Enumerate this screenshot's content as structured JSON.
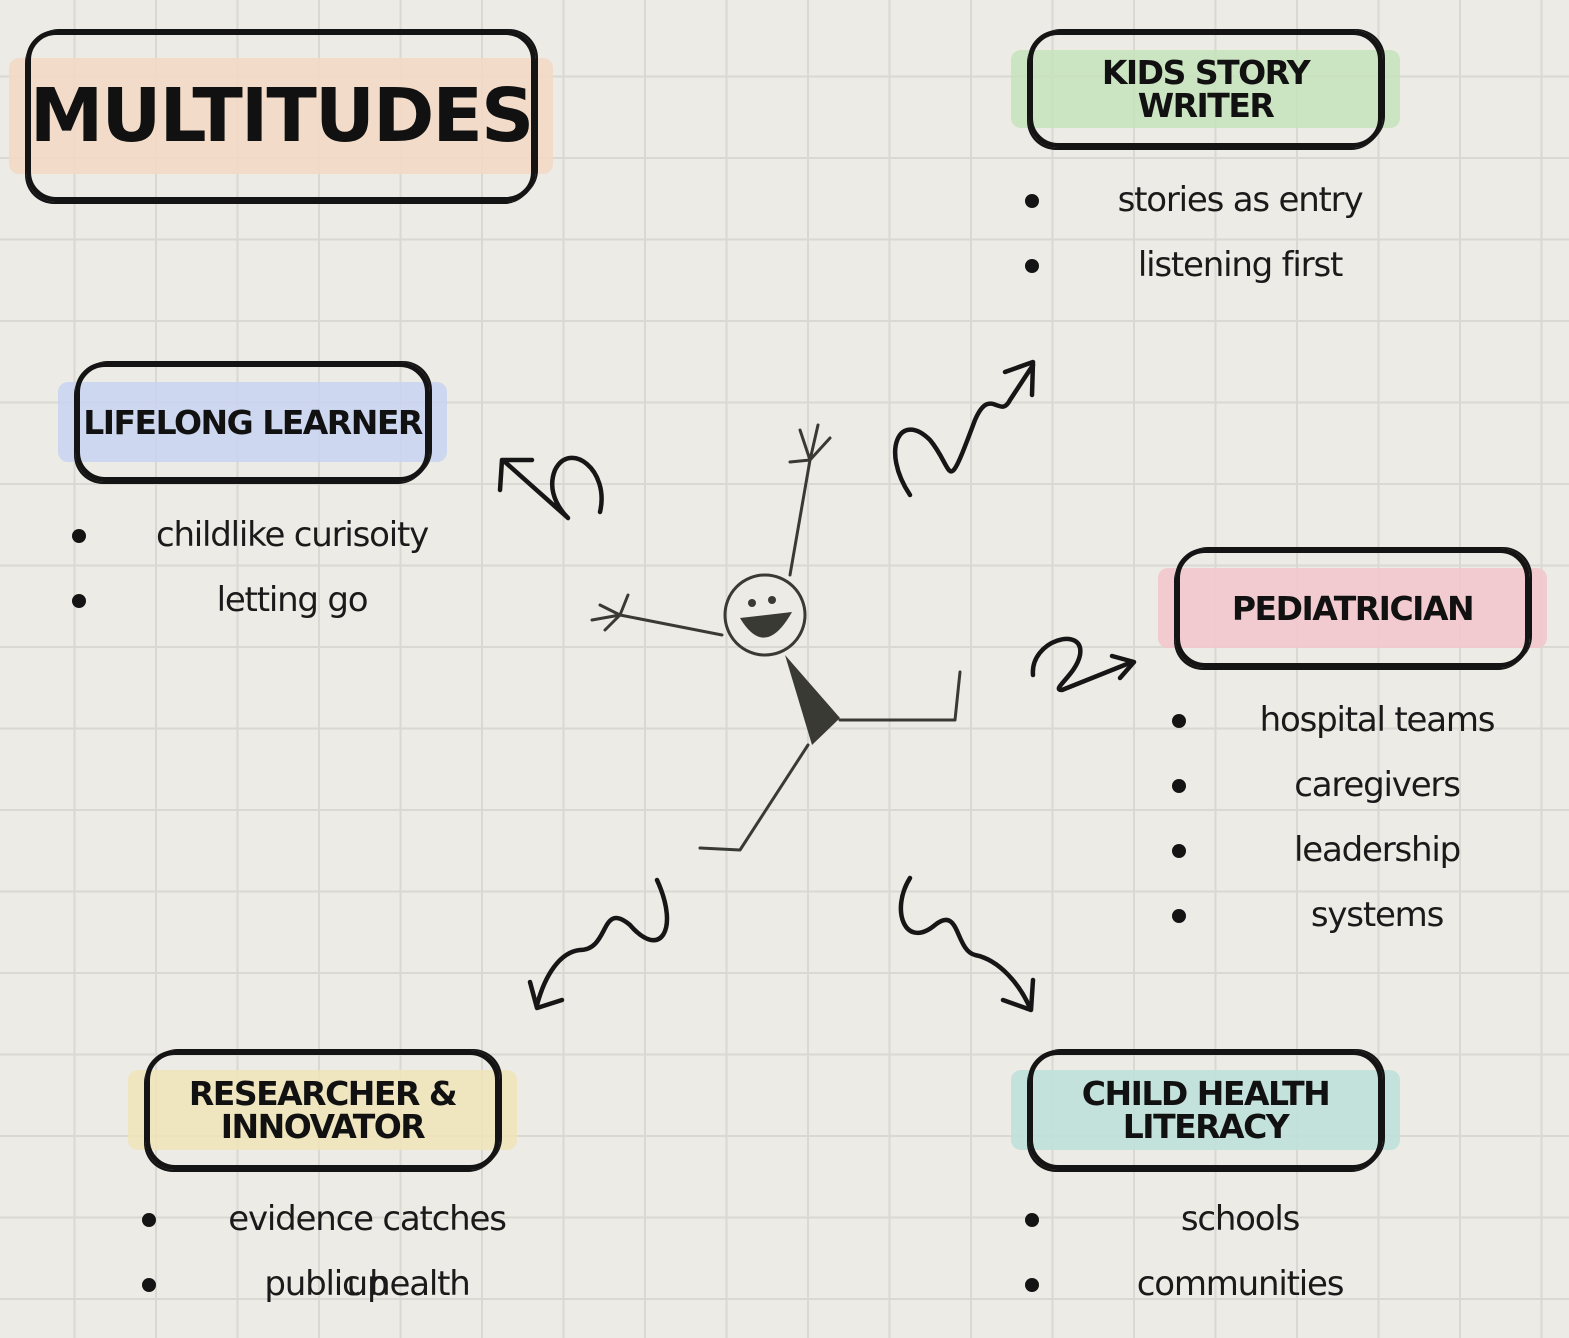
{
  "title": "MULTITUDES",
  "colors": {
    "title": "#f3d9c4",
    "kids_story_writer": "#c5e3bc",
    "lifelong_learner": "#c9d4f2",
    "pediatrician": "#f3c6cc",
    "researcher_innovator": "#f0e4b8",
    "child_health_literacy": "#bde1db"
  },
  "nodes": {
    "kids_story_writer": {
      "label": "KIDS STORY WRITER",
      "bullets": [
        "stories as entry",
        "listening first"
      ]
    },
    "lifelong_learner": {
      "label": "LIFELONG LEARNER",
      "bullets": [
        "childlike curisoity",
        "letting go"
      ]
    },
    "pediatrician": {
      "label": "PEDIATRICIAN",
      "bullets": [
        "hospital teams",
        "caregivers",
        "leadership",
        "systems"
      ]
    },
    "researcher_innovator": {
      "label": "RESEARCHER & INNOVATOR",
      "bullets": [
        "evidence catches up",
        "public health"
      ]
    },
    "child_health_literacy": {
      "label": "CHILD HEALTH LITERACY",
      "bullets": [
        "schools",
        "communities"
      ]
    }
  }
}
